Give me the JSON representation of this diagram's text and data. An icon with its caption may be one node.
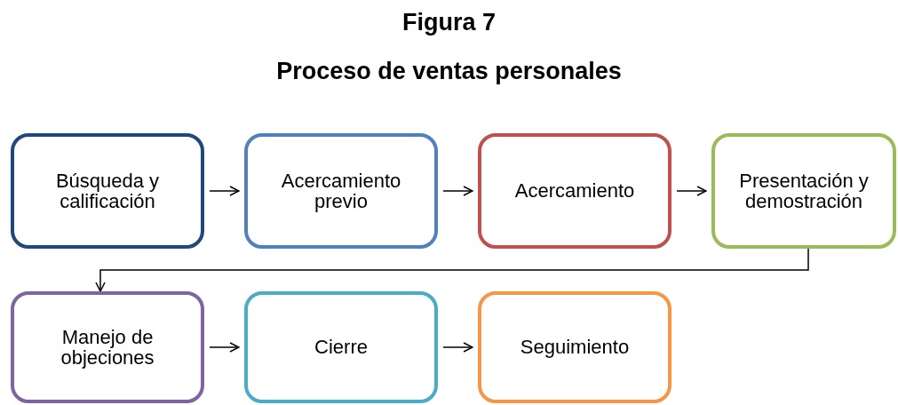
{
  "diagram": {
    "title": "Proceso de ventas personales",
    "nodes": [
      {
        "text": [
          "Búsqueda y calificación"
        ]
      },
      {
        "text": [
          "Acercamiento previo"
        ]
      },
      {
        "text": [
          "Acercamiento"
        ]
      },
      {
        "text": [
          "Presentación y demostración"
        ]
      },
      {
        "text": [
          "Manejo de objeciones"
        ]
      },
      {
        "text": [
          "Cierre"
        ]
      },
      {
        "text": [
          "Seguimiento"
        ]
      }
    ],
    "edges": [
      {
        "from": 0,
        "to": 1,
        "arrow": "to"
      },
      {
        "from": 1,
        "to": 2,
        "arrow": "to"
      },
      {
        "from": 2,
        "to": 3,
        "arrow": "to"
      },
      {
        "from": 3,
        "to": 4,
        "arrow": "to"
      },
      {
        "from": 4,
        "to": 5,
        "arrow": "to"
      },
      {
        "from": 5,
        "to": 6,
        "arrow": "to"
      }
    ],
    "labels": [
      "Figura 7"
    ]
  }
}
